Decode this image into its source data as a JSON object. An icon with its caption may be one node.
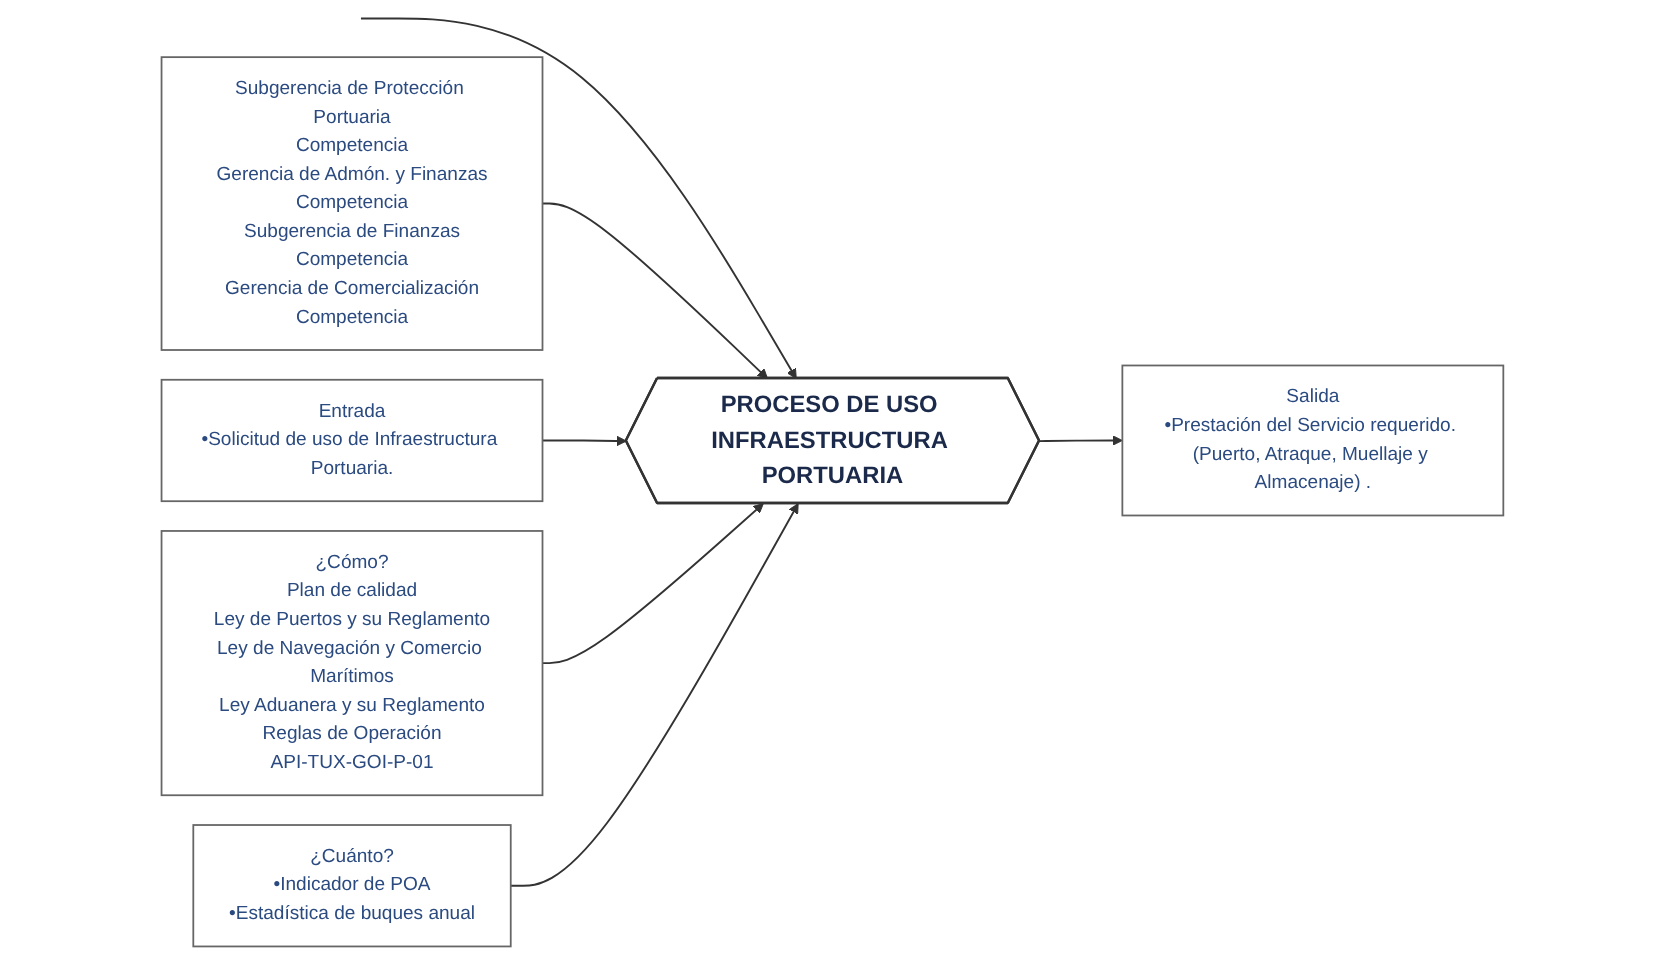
{
  "diagram": {
    "nodes": [
      {
        "text": [
          "PROCESO DE USO INFRAESTRUCTURA PORTUARIA"
        ]
      },
      {
        "text": [
          "Entrada",
          "•Solicitud de uso de Infraestructura Portuaria."
        ]
      },
      {
        "text": [
          "Salida",
          "•Prestación del Servicio requerido. (Puerto, Atraque, Muellaje y Almacenaje) ."
        ]
      },
      {
        "text": [
          "Subgerencia de Protección Portuaria",
          "Competencia",
          "Gerencia de Admón. y Finanzas",
          "Competencia",
          "Subgerencia de Finanzas",
          "Competencia",
          "Gerencia de Comercialización",
          "Competencia"
        ]
      },
      {
        "text": [
          "¿Cómo?",
          "Plan de calidad",
          "Ley de Puertos y su Reglamento",
          "Ley de Navegación y Comercio Marítimos",
          "Ley Aduanera y su Reglamento",
          "Reglas de Operación",
          "API-TUX-GOI-P-01"
        ]
      },
      {
        "text": [
          "¿Cuánto?",
          "•Indicador de POA",
          "•Estadística de buques anual"
        ]
      }
    ],
    "edges": [
      {
        "from": null,
        "to": 0,
        "arrow": "to"
      },
      {
        "from": 3,
        "to": 0,
        "arrow": "to"
      },
      {
        "from": 1,
        "to": 0,
        "arrow": "to"
      },
      {
        "from": 0,
        "to": 2,
        "arrow": "to"
      },
      {
        "from": 4,
        "to": 0,
        "arrow": "to"
      },
      {
        "from": 5,
        "to": 0,
        "arrow": "to"
      }
    ]
  }
}
